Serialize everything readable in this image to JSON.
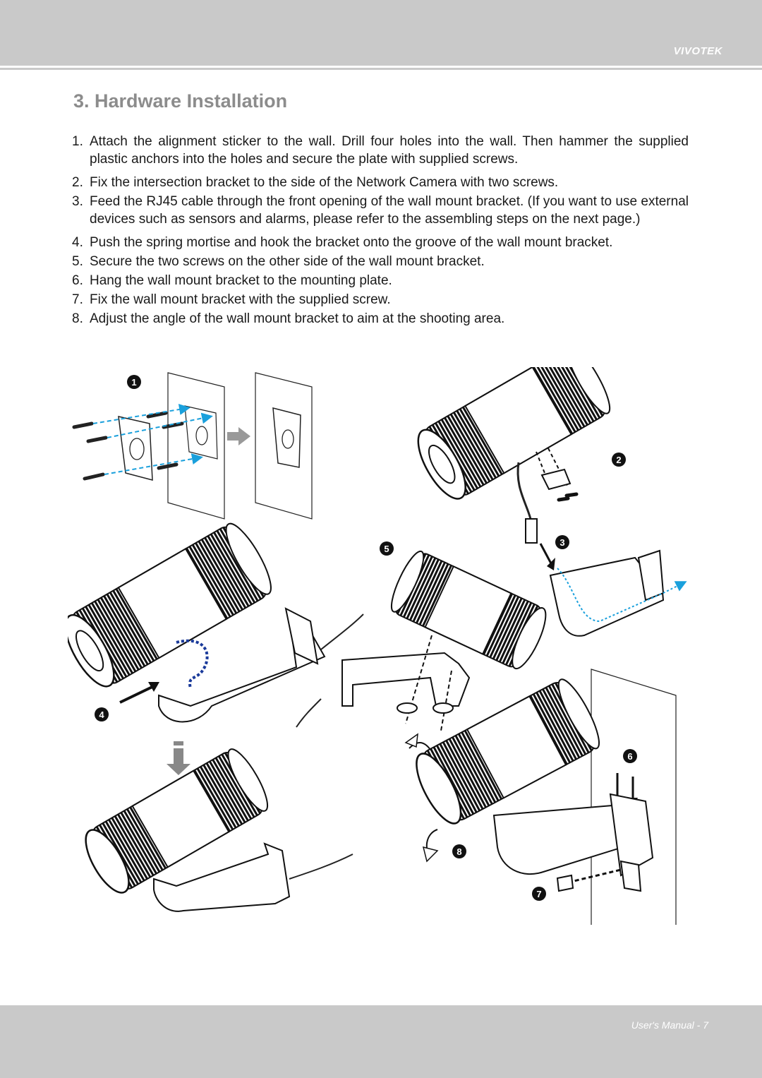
{
  "header": {
    "brand": "VIVOTEK"
  },
  "section": {
    "title": "3. Hardware Installation"
  },
  "steps": [
    {
      "num": "1.",
      "text": "Attach the alignment sticker to the wall. Drill four holes into the wall. Then hammer the supplied plastic anchors into the holes and secure the plate with supplied screws."
    },
    {
      "num": "2.",
      "text": "Fix the intersection bracket to the side of the Network Camera with two screws."
    },
    {
      "num": "3.",
      "text": "Feed the RJ45 cable through the front opening of the wall mount bracket. (If you want to use external devices such as sensors and alarms, please refer to the assembling steps on the next page.)"
    },
    {
      "num": "4.",
      "text": "Push the spring mortise and hook the bracket onto the groove of the wall mount bracket."
    },
    {
      "num": "5.",
      "text": "Secure the two screws on the other side of the wall mount bracket."
    },
    {
      "num": "6.",
      "text": "Hang the wall mount bracket to the mounting plate."
    },
    {
      "num": "7.",
      "text": "Fix the wall mount bracket with the supplied screw."
    },
    {
      "num": "8.",
      "text": "Adjust the angle of the wall mount bracket to aim at the shooting area."
    }
  ],
  "figure": {
    "badges": [
      "1",
      "2",
      "3",
      "4",
      "5",
      "6",
      "7",
      "8"
    ]
  },
  "footer": {
    "page_label": "User's Manual - 7"
  }
}
